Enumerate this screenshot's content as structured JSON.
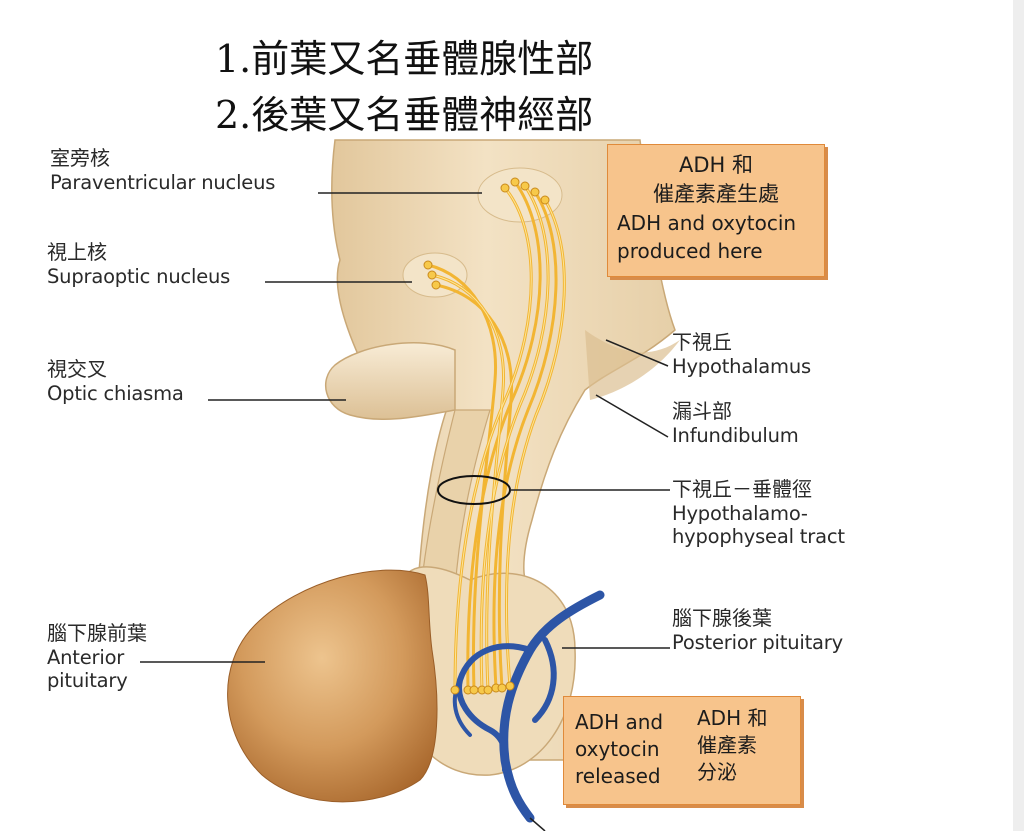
{
  "title": {
    "line1": "1.前葉又名垂體腺性部",
    "line2": "2.後葉又名垂體神經部"
  },
  "labels": {
    "paraventricular": {
      "zh": "室旁核",
      "en": "Paraventricular nucleus"
    },
    "supraoptic": {
      "zh": "視上核",
      "en": "Supraoptic nucleus"
    },
    "optic_chiasma": {
      "zh": "視交叉",
      "en": "Optic chiasma"
    },
    "anterior_pituitary": {
      "zh": "腦下腺前葉",
      "en_line1": "Anterior",
      "en_line2": "pituitary"
    },
    "hypothalamus": {
      "zh": "下視丘",
      "en": "Hypothalamus"
    },
    "infundibulum": {
      "zh": "漏斗部",
      "en": "Infundibulum"
    },
    "tract": {
      "zh": "下視丘－垂體徑",
      "en_line1": "Hypothalamo-",
      "en_line2": "hypophyseal tract"
    },
    "posterior_pituitary": {
      "zh": "腦下腺後葉",
      "en": "Posterior pituitary"
    }
  },
  "callouts": {
    "top": {
      "zh_line1": "ADH 和",
      "zh_line2": "催產素產生處",
      "en_line1": "ADH and oxytocin",
      "en_line2": "produced here"
    },
    "bottom": {
      "en_line1": "ADH and",
      "en_line2": "oxytocin",
      "en_line3": "released",
      "zh_line1": "ADH 和",
      "zh_line2": "催產素",
      "zh_line3": "分泌"
    }
  },
  "colors": {
    "brain_tissue": "#eed9b4",
    "brain_tissue_light": "#f6e8cf",
    "anterior_lobe": "#d39a5c",
    "anterior_lobe_dark": "#a9682d",
    "nerve_fiber": "#f7c94a",
    "blood_vessel": "#2d55a6",
    "callout_fill": "#f7c48c",
    "callout_border": "#e08a3a"
  }
}
